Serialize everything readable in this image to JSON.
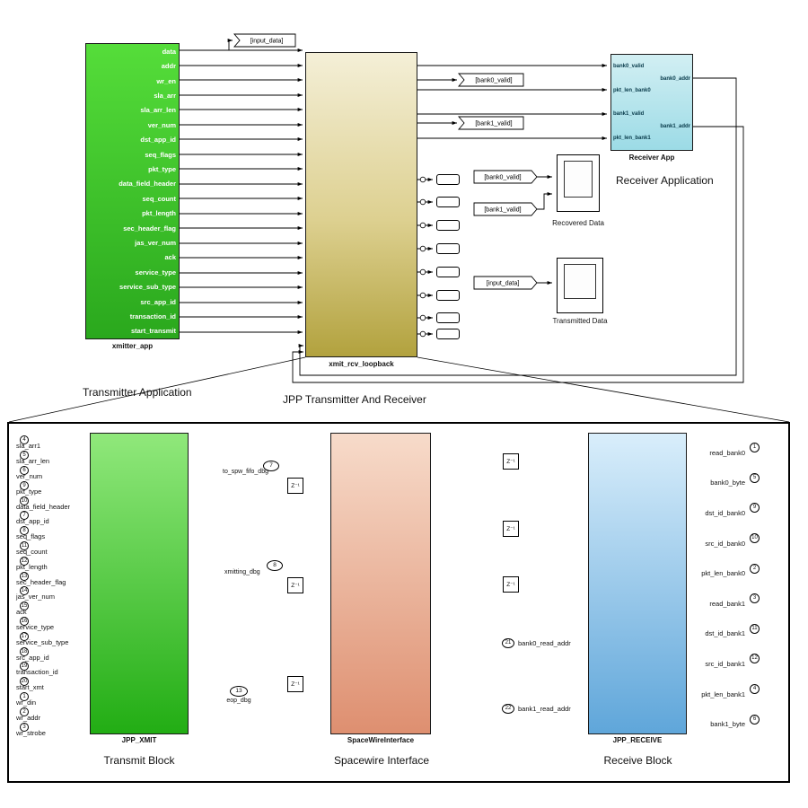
{
  "top": {
    "xmitter": {
      "name": "xmitter_app",
      "caption": "Transmitter Application",
      "ports": [
        "data",
        "addr",
        "wr_en",
        "sla_arr",
        "sla_arr_len",
        "ver_num",
        "dst_app_id",
        "seq_flags",
        "pkt_type",
        "data_field_header",
        "seq_count",
        "pkt_length",
        "sec_header_flag",
        "jas_ver_num",
        "ack",
        "service_type",
        "service_sub_type",
        "src_app_id",
        "transaction_id",
        "start_transmit"
      ]
    },
    "loopback": {
      "name": "xmit_rcv_loopback",
      "caption": "JPP Transmitter And Receiver"
    },
    "receiver": {
      "name": "Receiver App",
      "caption": "Receiver Application",
      "in_ports": [
        "bank0_valid",
        "pkt_len_bank0",
        "bank1_valid",
        "pkt_len_bank1"
      ],
      "out_ports": [
        "bank0_addr",
        "bank1_addr"
      ]
    },
    "tags": {
      "input_data_goto": "[input_data]",
      "bank0_goto": "[bank0_valid]",
      "bank1_goto": "[bank1_valid]",
      "bank0_from": "[bank0_valid]",
      "bank1_from": "[bank1_valid]",
      "input_data_from": "[input_data]"
    },
    "scopes": {
      "recovered": "Recovered Data",
      "transmitted": "Transmitted Data"
    }
  },
  "bottom": {
    "xmit": {
      "name": "JPP_XMIT",
      "caption": "Transmit Block",
      "ports": [
        {
          "num": "4",
          "label": "sla_arr1"
        },
        {
          "num": "5",
          "label": "sla_arr_len"
        },
        {
          "num": "6",
          "label": "ver_num"
        },
        {
          "num": "9",
          "label": "pkt_type"
        },
        {
          "num": "10",
          "label": "data_field_header"
        },
        {
          "num": "7",
          "label": "dst_app_id"
        },
        {
          "num": "8",
          "label": "seq_flags"
        },
        {
          "num": "11",
          "label": "seq_count"
        },
        {
          "num": "12",
          "label": "pkt_length"
        },
        {
          "num": "13",
          "label": "sec_header_flag"
        },
        {
          "num": "14",
          "label": "jas_ver_num"
        },
        {
          "num": "15",
          "label": "ack"
        },
        {
          "num": "16",
          "label": "service_type"
        },
        {
          "num": "17",
          "label": "service_sub_type"
        },
        {
          "num": "18",
          "label": "src_app_id"
        },
        {
          "num": "19",
          "label": "transaction_id"
        },
        {
          "num": "20",
          "label": "start_xmt"
        },
        {
          "num": "1",
          "label": "wr_din"
        },
        {
          "num": "2",
          "label": "wr_addr"
        },
        {
          "num": "3",
          "label": "wr_strobe"
        }
      ]
    },
    "spw": {
      "name": "SpaceWireInterface",
      "caption": "Spacewire Interface"
    },
    "receive": {
      "name": "JPP_RECEIVE",
      "caption": "Receive Block",
      "out_ports": [
        {
          "num": "1",
          "label": "read_bank0"
        },
        {
          "num": "5",
          "label": "bank0_byte"
        },
        {
          "num": "9",
          "label": "dst_id_bank0"
        },
        {
          "num": "10",
          "label": "src_id_bank0"
        },
        {
          "num": "2",
          "label": "pkt_len_bank0"
        },
        {
          "num": "3",
          "label": "read_bank1"
        },
        {
          "num": "11",
          "label": "dst_id_bank1"
        },
        {
          "num": "12",
          "label": "src_id_bank1"
        },
        {
          "num": "4",
          "label": "pkt_len_bank1"
        },
        {
          "num": "6",
          "label": "bank1_byte"
        }
      ],
      "in_ports": [
        {
          "num": "21",
          "label": "bank0_read_addr"
        },
        {
          "num": "22",
          "label": "bank1_read_addr"
        }
      ]
    },
    "taps": [
      {
        "num": "7",
        "label": "to_spw_fifo_dbg"
      },
      {
        "num": "8",
        "label": "xmitting_dbg"
      },
      {
        "num": "13",
        "label": "eop_dbg"
      }
    ],
    "delay_label": "Z⁻¹"
  }
}
